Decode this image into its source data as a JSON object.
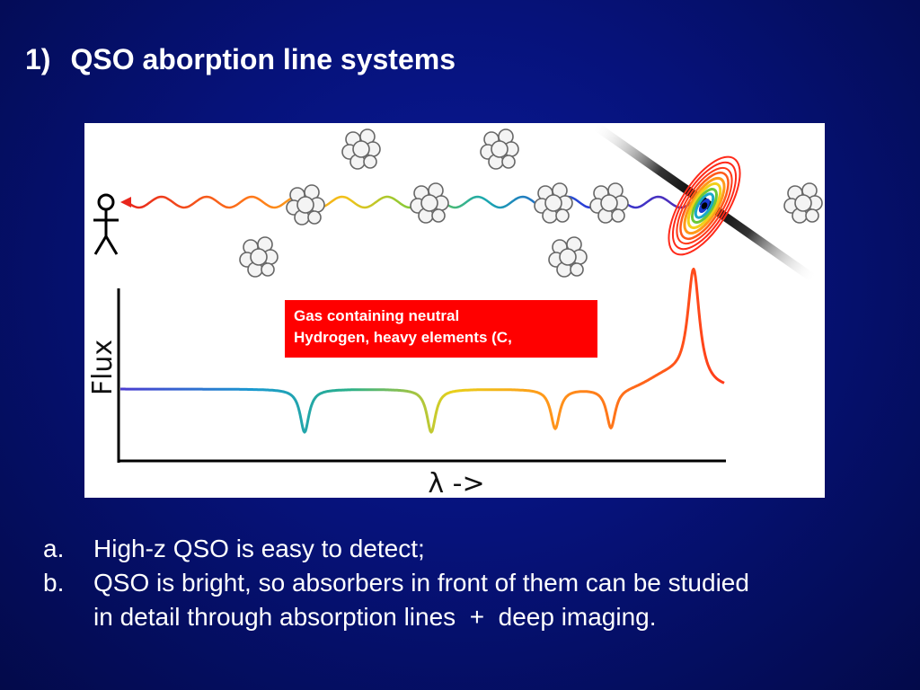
{
  "slide": {
    "number": "1)",
    "title": "QSO aborption line systems"
  },
  "figure": {
    "callout": {
      "line1": "Gas containing neutral",
      "line2": "Hydrogen, heavy elements (C,"
    },
    "axis_y_label": "Flux",
    "axis_x_label": "λ ->",
    "icons": [
      "observer-stick-figure-icon",
      "gas-cloud-icon",
      "quasar-disk-jet-icon"
    ],
    "colors": {
      "callout_bg": "#ff0000",
      "spectrum_start": "#4b3bd0",
      "spectrum_end": "#ff3a1a"
    }
  },
  "bullets": [
    {
      "marker": "a.",
      "text": "High-z QSO is easy to detect;"
    },
    {
      "marker": "b.",
      "text": "QSO is bright, so absorbers in front of them can be studied",
      "cont": "in detail through absorption lines  +  deep imaging."
    }
  ]
}
